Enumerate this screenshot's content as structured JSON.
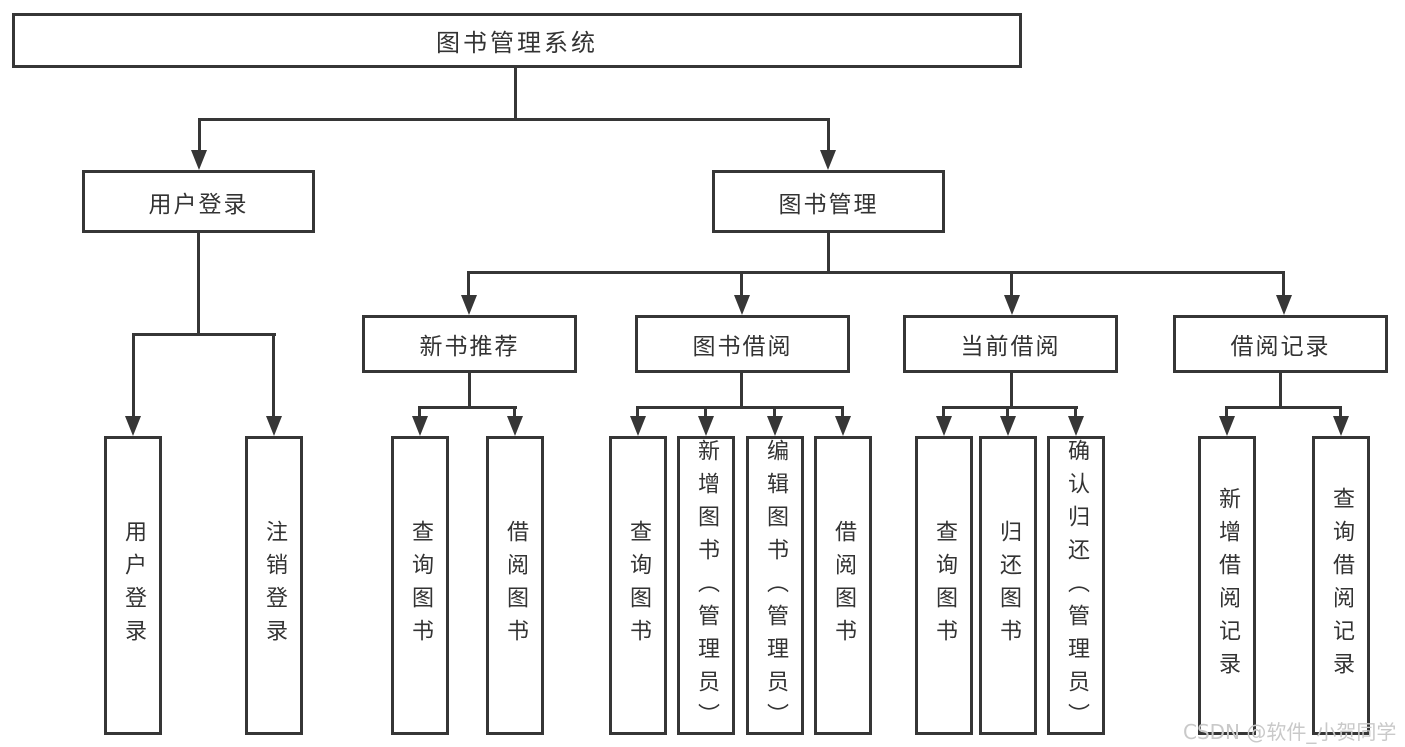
{
  "diagram": {
    "title": "图书管理系统",
    "nodes": {
      "root": {
        "label": "图书管理系统"
      },
      "login": {
        "label": "用户登录"
      },
      "bookmgmt": {
        "label": "图书管理"
      },
      "newbook": {
        "label": "新书推荐"
      },
      "borrowmod": {
        "label": "图书借阅"
      },
      "currentmod": {
        "label": "当前借阅"
      },
      "recordsmod": {
        "label": "借阅记录"
      },
      "lf_user_login": {
        "label": "用户登录"
      },
      "lf_logout": {
        "label": "注销登录"
      },
      "lf_nb_query": {
        "label": "查询图书"
      },
      "lf_nb_borrow": {
        "label": "借阅图书"
      },
      "lf_bw_query": {
        "label": "查询图书"
      },
      "lf_bw_add": {
        "label": "新增图书（管理员）"
      },
      "lf_bw_edit": {
        "label": "编辑图书（管理员）"
      },
      "lf_bw_borrow": {
        "label": "借阅图书"
      },
      "lf_cu_query": {
        "label": "查询图书"
      },
      "lf_cu_return": {
        "label": "归还图书"
      },
      "lf_cu_confirm": {
        "label": "确认归还（管理员）"
      },
      "lf_rc_add": {
        "label": "新增借阅记录"
      },
      "lf_rc_query": {
        "label": "查询借阅记录"
      }
    },
    "hierarchy": {
      "图书管理系统": [
        "用户登录",
        "图书管理"
      ],
      "用户登录": [
        "用户登录",
        "注销登录"
      ],
      "图书管理": [
        "新书推荐",
        "图书借阅",
        "当前借阅",
        "借阅记录"
      ],
      "新书推荐": [
        "查询图书",
        "借阅图书"
      ],
      "图书借阅": [
        "查询图书",
        "新增图书（管理员）",
        "编辑图书（管理员）",
        "借阅图书"
      ],
      "当前借阅": [
        "查询图书",
        "归还图书",
        "确认归还（管理员）"
      ],
      "借阅记录": [
        "新增借阅记录",
        "查询借阅记录"
      ]
    },
    "watermark": "CSDN @软件_小贺同学",
    "colors": {
      "line": "#363636",
      "text": "#333333",
      "background": "#ffffff",
      "watermark": "#c9c9c9"
    }
  }
}
